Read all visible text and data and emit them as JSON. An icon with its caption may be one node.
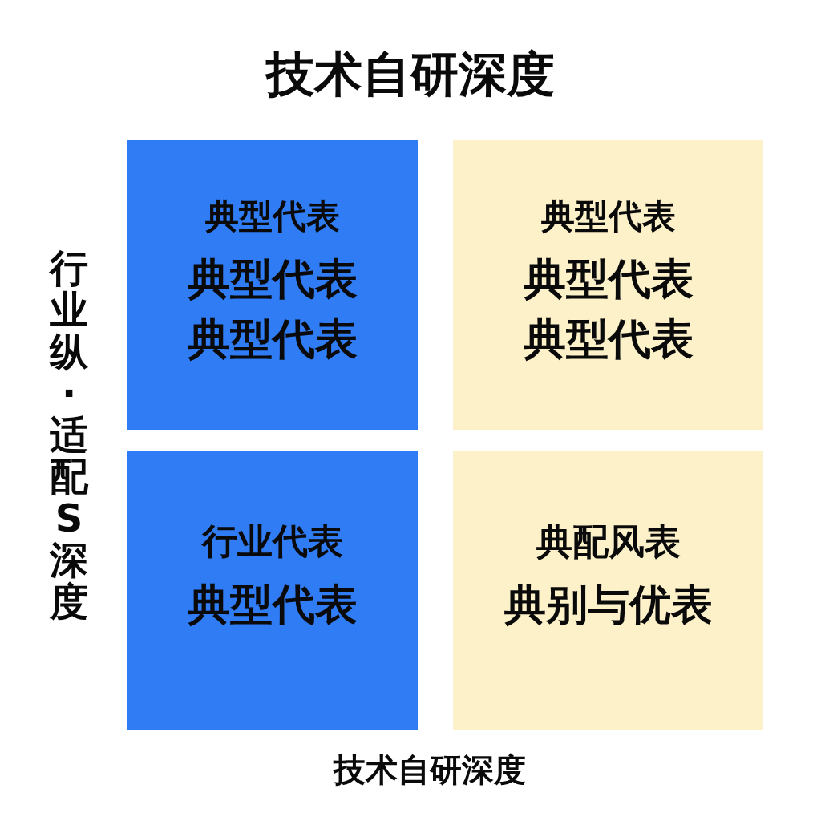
{
  "diagram": {
    "title": "技术自研深度",
    "nodes": [
      {
        "text": [
          "典型代表",
          "典型代表",
          "典型代表"
        ]
      },
      {
        "text": [
          "典型代表",
          "典型代表",
          "典型代表"
        ]
      },
      {
        "text": [
          "行业代表",
          "典型代表"
        ]
      },
      {
        "text": [
          "典配风表",
          "典别与优表"
        ]
      }
    ],
    "labels": [
      "行业纵·适配S深度",
      "技术自研深度"
    ]
  }
}
